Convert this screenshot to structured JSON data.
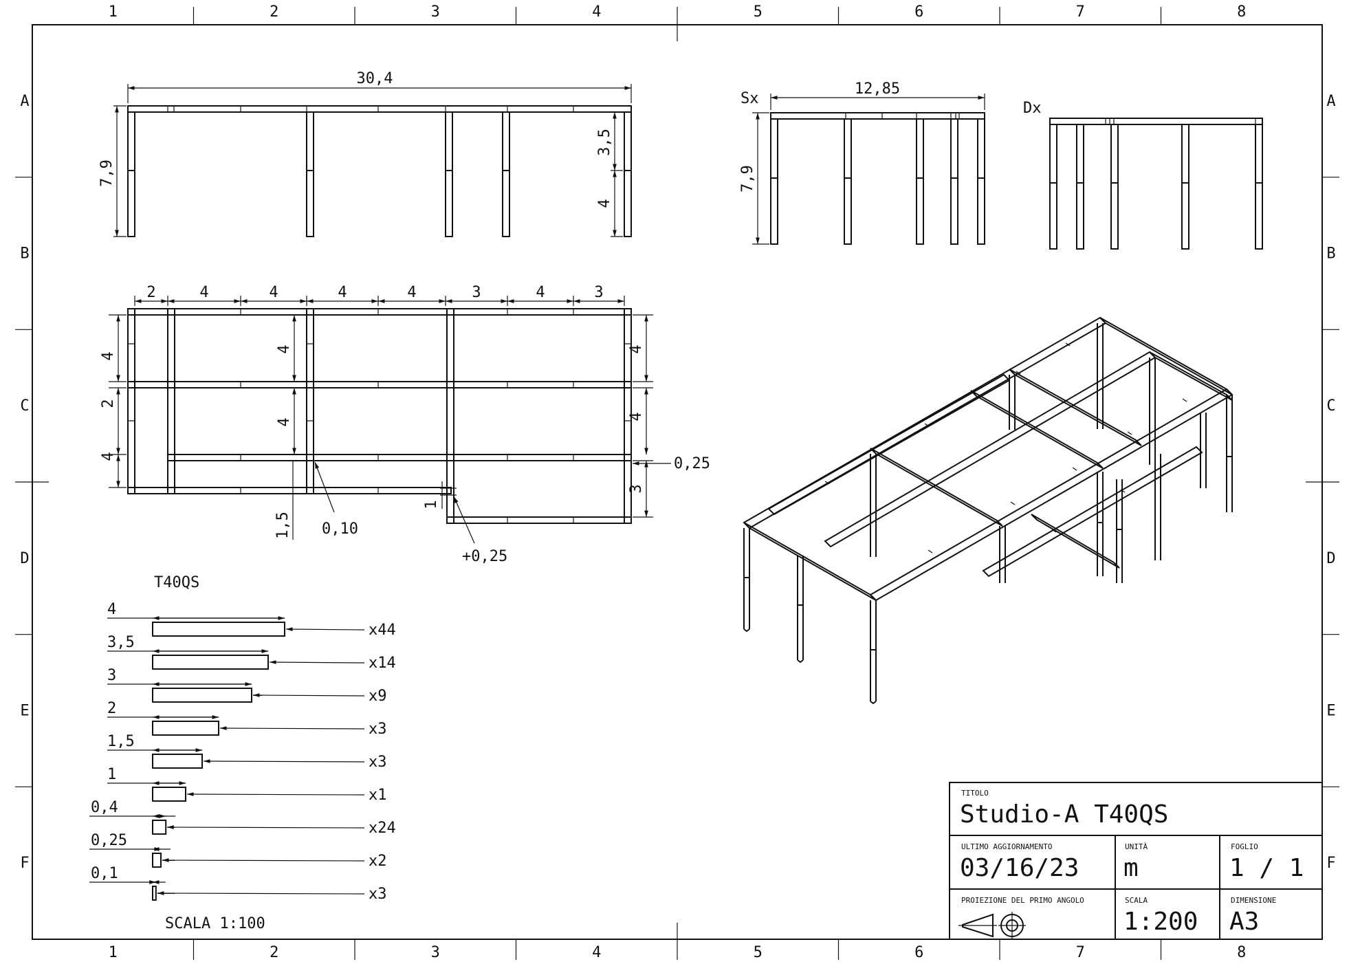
{
  "border": {
    "cols": [
      "1",
      "2",
      "3",
      "4",
      "5",
      "6",
      "7",
      "8"
    ],
    "rows": [
      "A",
      "B",
      "C",
      "D",
      "E",
      "F"
    ]
  },
  "elevation_front": {
    "length": "30,4",
    "height": "7,9",
    "upper": "3,5",
    "lower": "4"
  },
  "elevation_left": {
    "label": "Sx",
    "length": "12,85",
    "height": "7,9"
  },
  "elevation_right": {
    "label": "Dx"
  },
  "plan": {
    "top_dims": [
      "2",
      "4",
      "4",
      "4",
      "4",
      "3",
      "4",
      "3"
    ],
    "left_dims": [
      "4",
      "2",
      "4"
    ],
    "inner_dims": [
      "4",
      "4"
    ],
    "right_dims": [
      "4",
      "4",
      "3"
    ],
    "offset_right": "0,25",
    "dim_15": "1,5",
    "dim_010": "0,10",
    "dim_1": "1",
    "dim_plus025": "+0,25"
  },
  "parts": {
    "title": "T40QS",
    "items": [
      {
        "len": "4",
        "qty": "x44"
      },
      {
        "len": "3,5",
        "qty": "x14"
      },
      {
        "len": "3",
        "qty": "x9"
      },
      {
        "len": "2",
        "qty": "x3"
      },
      {
        "len": "1,5",
        "qty": "x3"
      },
      {
        "len": "1",
        "qty": "x1"
      },
      {
        "len": "0,4",
        "qty": "x24"
      },
      {
        "len": "0,25",
        "qty": "x2"
      },
      {
        "len": "0,1",
        "qty": "x3"
      }
    ],
    "scale": "SCALA 1:100"
  },
  "title_block": {
    "title_label": "TITOLO",
    "title": "Studio-A T40QS",
    "updated_label": "ULTIMO AGGIORNAMENTO",
    "updated": "03/16/23",
    "unit_label": "UNITÀ",
    "unit": "m",
    "sheet_label": "FOGLIO",
    "sheet": "1 / 1",
    "projection_label": "PROIEZIONE DEL PRIMO ANGOLO",
    "scale_label": "SCALA",
    "scale": "1:200",
    "size_label": "DIMENSIONE",
    "size": "A3"
  }
}
